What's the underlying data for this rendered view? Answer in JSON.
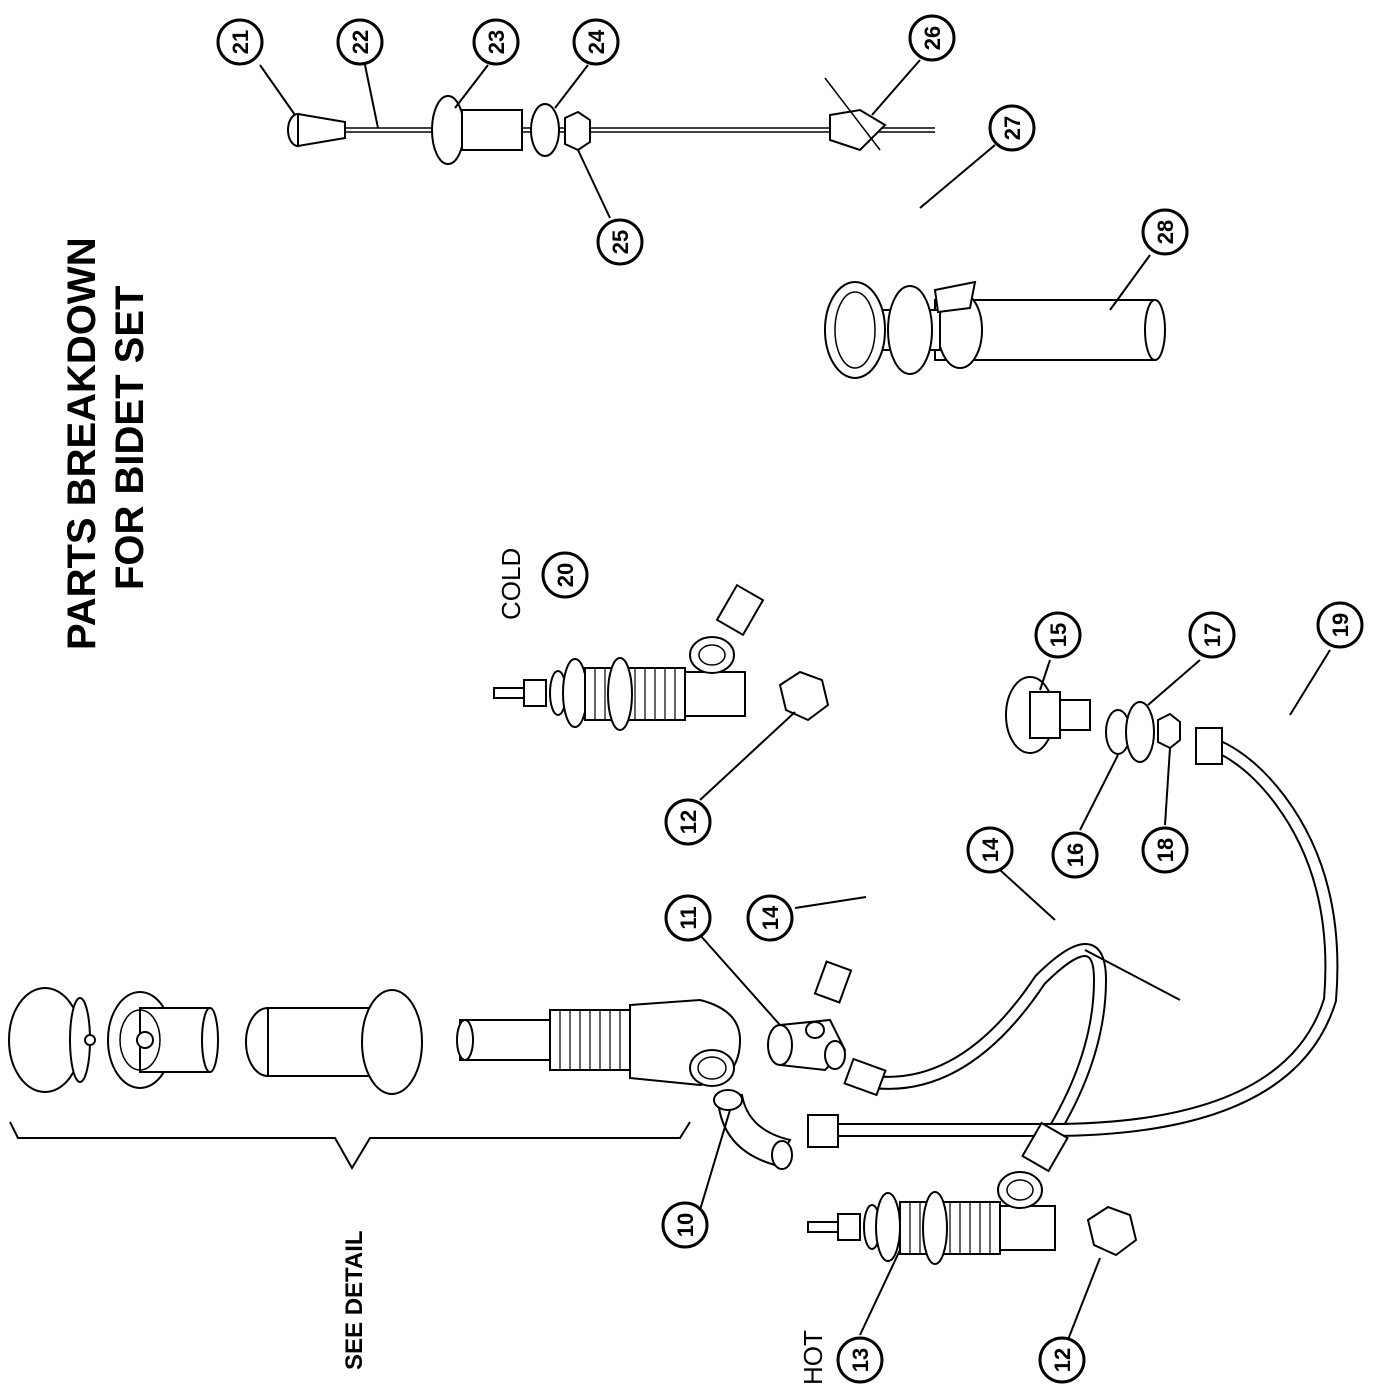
{
  "title": {
    "line1": "PARTS BREAKDOWN",
    "line2": "FOR BIDET SET"
  },
  "labels": {
    "see_detail": "SEE DETAIL",
    "cold": "COLD",
    "hot": "HOT"
  },
  "callouts": {
    "c10": "10",
    "c11": "11",
    "c12a": "12",
    "c12b": "12",
    "c13": "13",
    "c14a": "14",
    "c14b": "14",
    "c15": "15",
    "c16": "16",
    "c17": "17",
    "c18": "18",
    "c19": "19",
    "c20": "20",
    "c21": "21",
    "c22": "22",
    "c23": "23",
    "c24": "24",
    "c25": "25",
    "c26": "26",
    "c27": "27",
    "c28": "28"
  },
  "colors": {
    "ink": "#000000",
    "paper": "#ffffff"
  }
}
